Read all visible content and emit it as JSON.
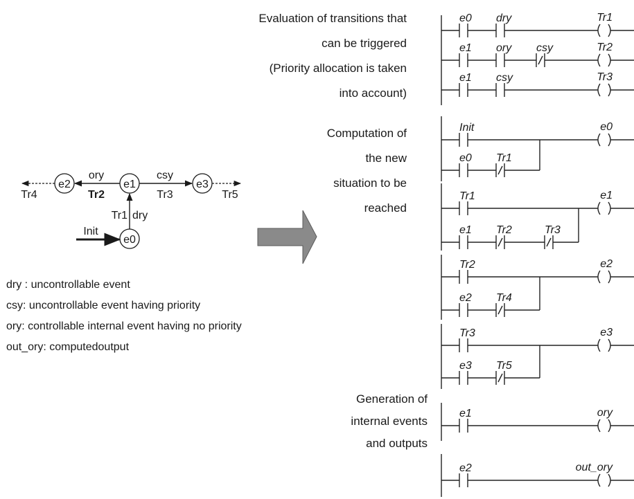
{
  "sections": {
    "evaluation": [
      "Evaluation of transitions that",
      "can be triggered",
      "(Priority allocation is taken",
      "into account)"
    ],
    "computation": [
      "Computation of",
      "the new",
      "situation to be",
      "reached"
    ],
    "generation": [
      "Generation of",
      "internal events",
      "and outputs"
    ]
  },
  "legend": [
    "dry : uncontrollable event",
    "csy: uncontrollable event having priority",
    "ory: controllable internal event having no priority",
    "out_ory: computedoutput"
  ],
  "automaton": {
    "states": [
      "e0",
      "e1",
      "e2",
      "e3"
    ],
    "edge_labels": {
      "ory": "ory",
      "tr2": "Tr2",
      "csy": "csy",
      "tr3": "Tr3",
      "tr1": "Tr1",
      "dry": "dry",
      "init": "Init",
      "tr4": "Tr4",
      "tr5": "Tr5"
    }
  },
  "ladder": {
    "rungs": [
      {
        "coil": "Tr1",
        "contacts": [
          {
            "label": "e0",
            "nc": false
          },
          {
            "label": "dry",
            "nc": false
          }
        ]
      },
      {
        "coil": "Tr2",
        "contacts": [
          {
            "label": "e1",
            "nc": false
          },
          {
            "label": "ory",
            "nc": false
          },
          {
            "label": "csy",
            "nc": true
          }
        ]
      },
      {
        "coil": "Tr3",
        "contacts": [
          {
            "label": "e1",
            "nc": false
          },
          {
            "label": "csy",
            "nc": false
          }
        ]
      },
      {
        "coil": "e0",
        "contacts": [
          {
            "label": "Init",
            "nc": false
          }
        ],
        "branch": [
          {
            "label": "e0",
            "nc": false
          },
          {
            "label": "Tr1",
            "nc": true
          }
        ]
      },
      {
        "coil": "e1",
        "contacts": [
          {
            "label": "Tr1",
            "nc": false
          }
        ],
        "branch": [
          {
            "label": "e1",
            "nc": false
          },
          {
            "label": "Tr2",
            "nc": true
          },
          {
            "label": "Tr3",
            "nc": true
          }
        ]
      },
      {
        "coil": "e2",
        "contacts": [
          {
            "label": "Tr2",
            "nc": false
          }
        ],
        "branch": [
          {
            "label": "e2",
            "nc": false
          },
          {
            "label": "Tr4",
            "nc": true
          }
        ]
      },
      {
        "coil": "e3",
        "contacts": [
          {
            "label": "Tr3",
            "nc": false
          }
        ],
        "branch": [
          {
            "label": "e3",
            "nc": false
          },
          {
            "label": "Tr5",
            "nc": true
          }
        ]
      },
      {
        "coil": "ory",
        "contacts": [
          {
            "label": "e1",
            "nc": false
          }
        ]
      },
      {
        "coil": "out_ory",
        "contacts": [
          {
            "label": "e2",
            "nc": false
          }
        ]
      }
    ]
  }
}
